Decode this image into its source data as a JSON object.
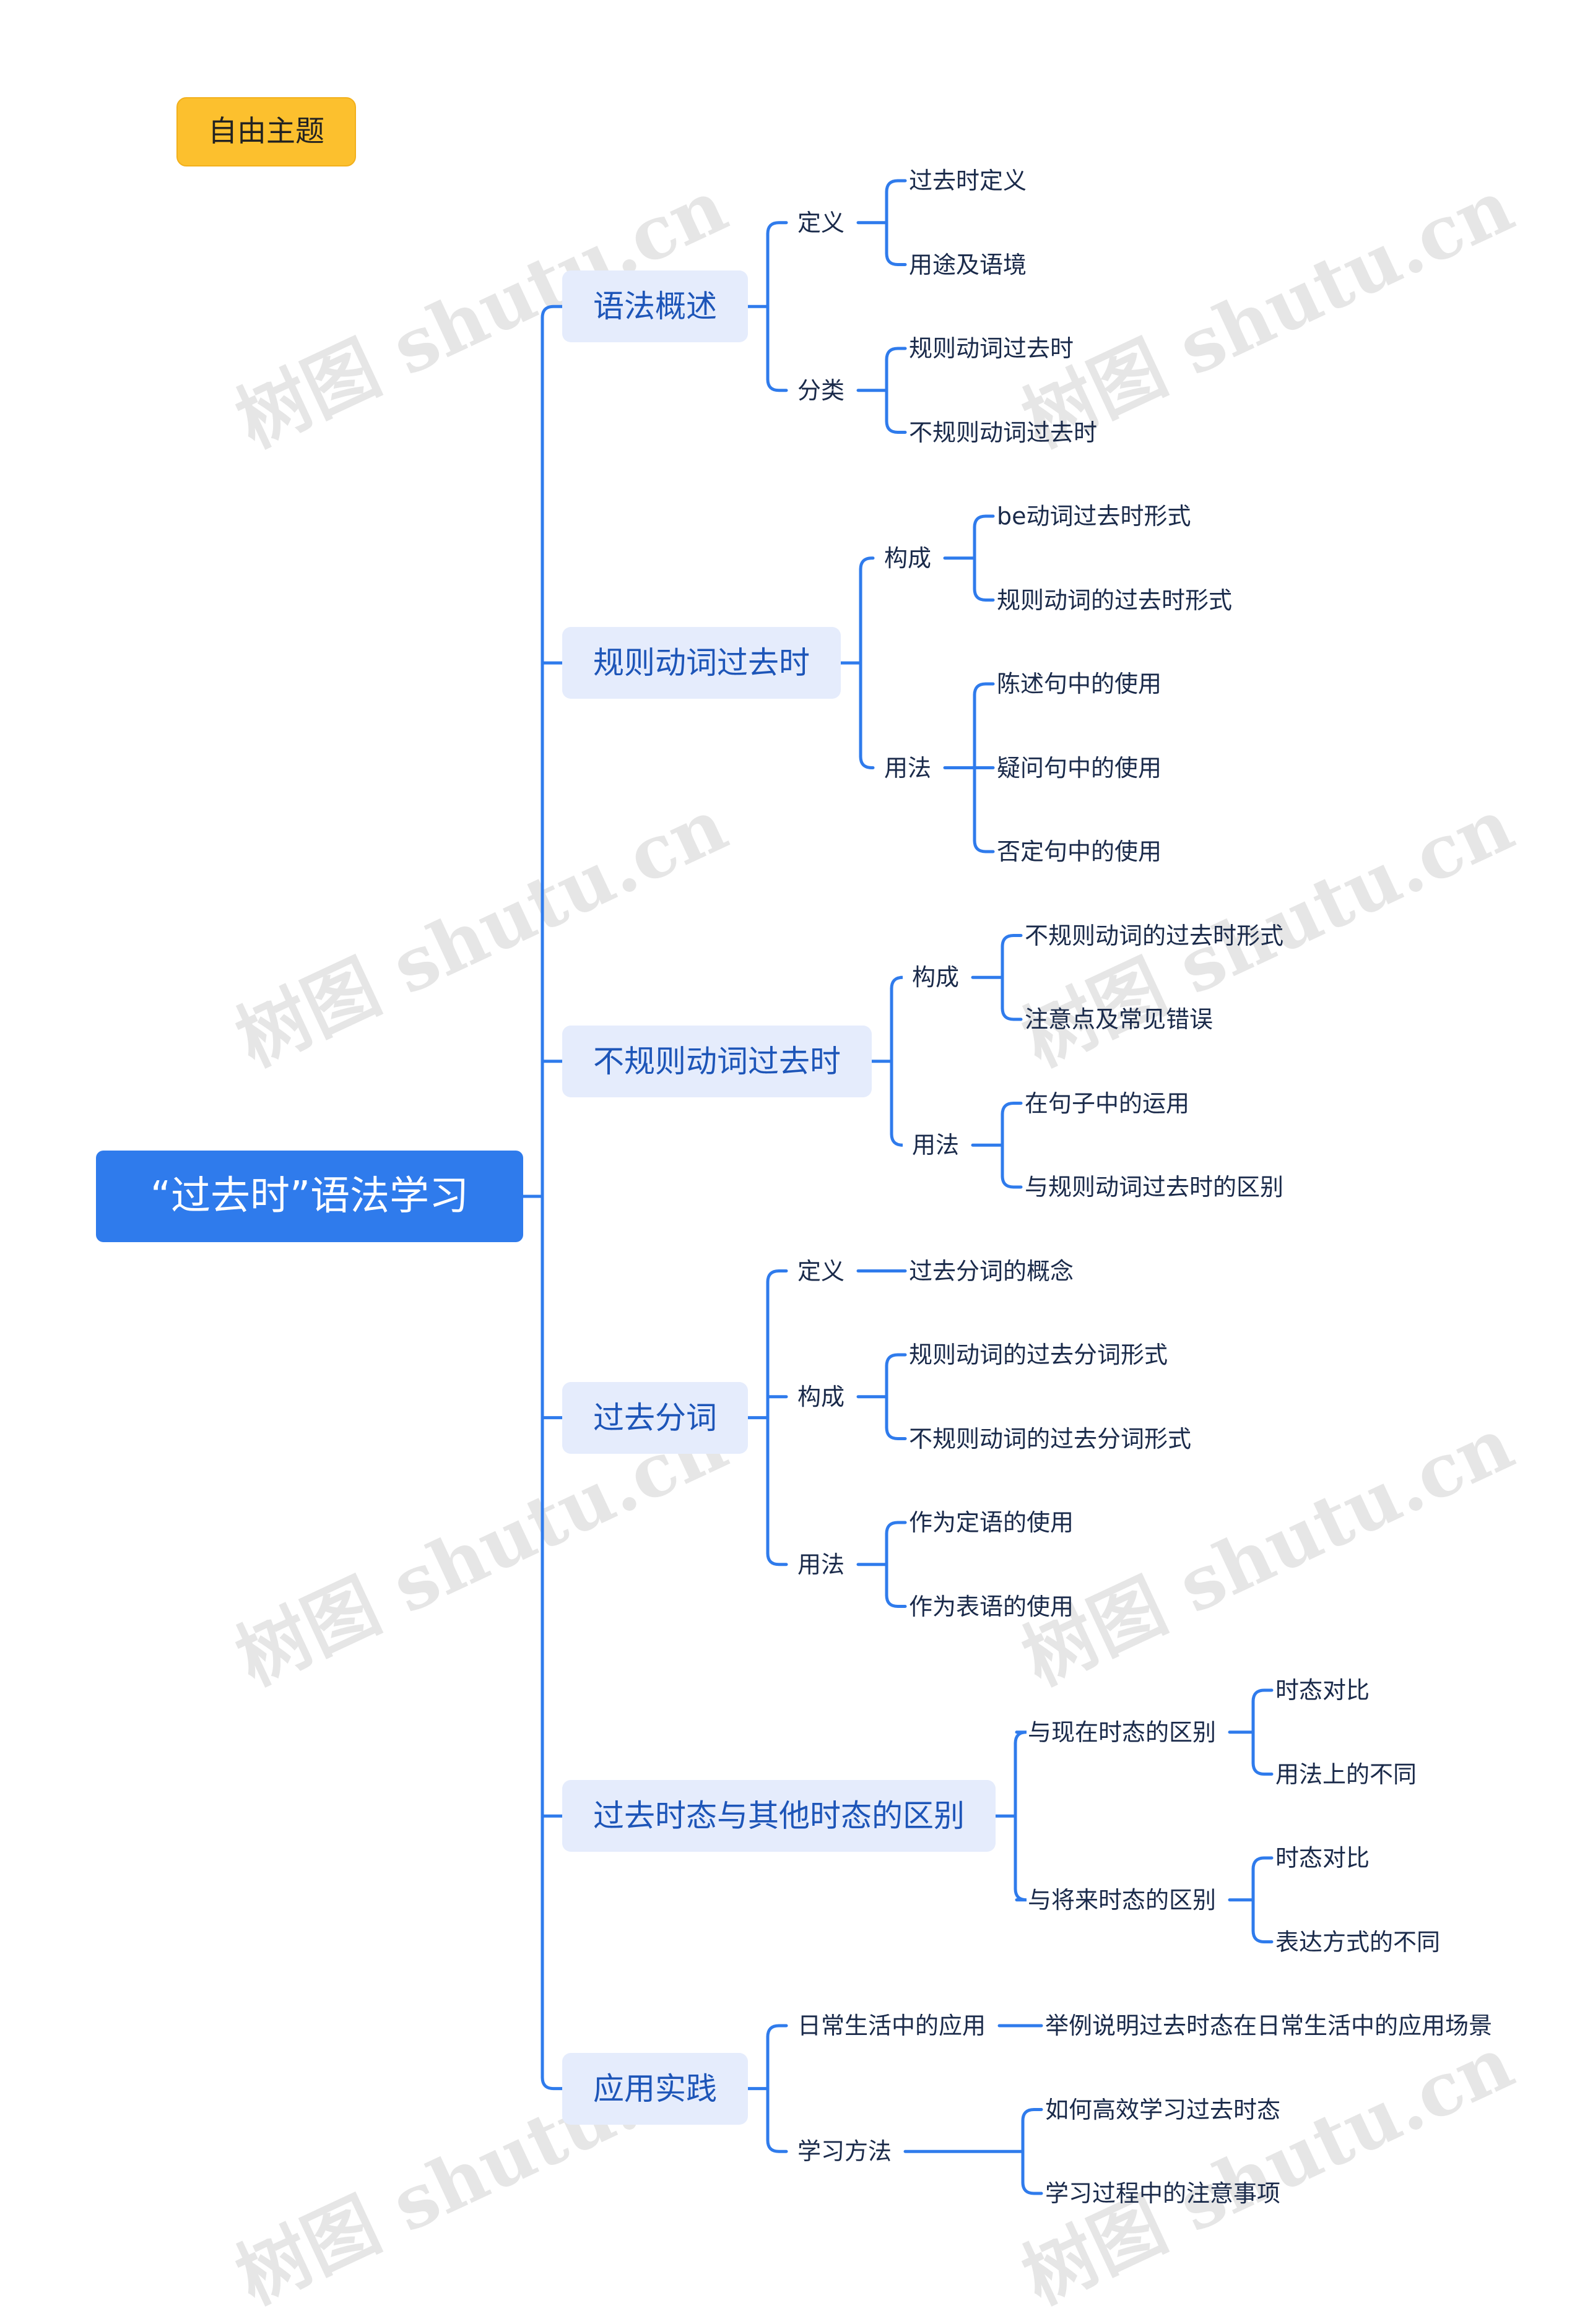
{
  "tag": "自由主题",
  "root": "“过去时”语法学习",
  "watermark": "树图 shutu.cn",
  "branches": [
    {
      "label": "语法概述",
      "children": [
        {
          "label": "定义",
          "children": [
            "过去时定义",
            "用途及语境"
          ]
        },
        {
          "label": "分类",
          "children": [
            "规则动词过去时",
            "不规则动词过去时"
          ]
        }
      ]
    },
    {
      "label": "规则动词过去时",
      "children": [
        {
          "label": "构成",
          "children": [
            "be动词过去时形式",
            "规则动词的过去时形式"
          ]
        },
        {
          "label": "用法",
          "children": [
            "陈述句中的使用",
            "疑问句中的使用",
            "否定句中的使用"
          ]
        }
      ]
    },
    {
      "label": "不规则动词过去时",
      "children": [
        {
          "label": "构成",
          "children": [
            "不规则动词的过去时形式",
            "注意点及常见错误"
          ]
        },
        {
          "label": "用法",
          "children": [
            "在句子中的运用",
            "与规则动词过去时的区别"
          ]
        }
      ]
    },
    {
      "label": "过去分词",
      "children": [
        {
          "label": "定义",
          "children": [
            "过去分词的概念"
          ]
        },
        {
          "label": "构成",
          "children": [
            "规则动词的过去分词形式",
            "不规则动词的过去分词形式"
          ]
        },
        {
          "label": "用法",
          "children": [
            "作为定语的使用",
            "作为表语的使用"
          ]
        }
      ]
    },
    {
      "label": "过去时态与其他时态的区别",
      "children": [
        {
          "label": "与现在时态的区别",
          "children": [
            "时态对比",
            "用法上的不同"
          ]
        },
        {
          "label": "与将来时态的区别",
          "children": [
            "时态对比",
            "表达方式的不同"
          ]
        }
      ]
    },
    {
      "label": "应用实践",
      "children": [
        {
          "label": "日常生活中的应用",
          "children": [
            "举例说明过去时态在日常生活中的应用场景"
          ]
        },
        {
          "label": "学习方法",
          "children": [
            "如何高效学习过去时态",
            "学习过程中的注意事项"
          ]
        }
      ]
    }
  ]
}
